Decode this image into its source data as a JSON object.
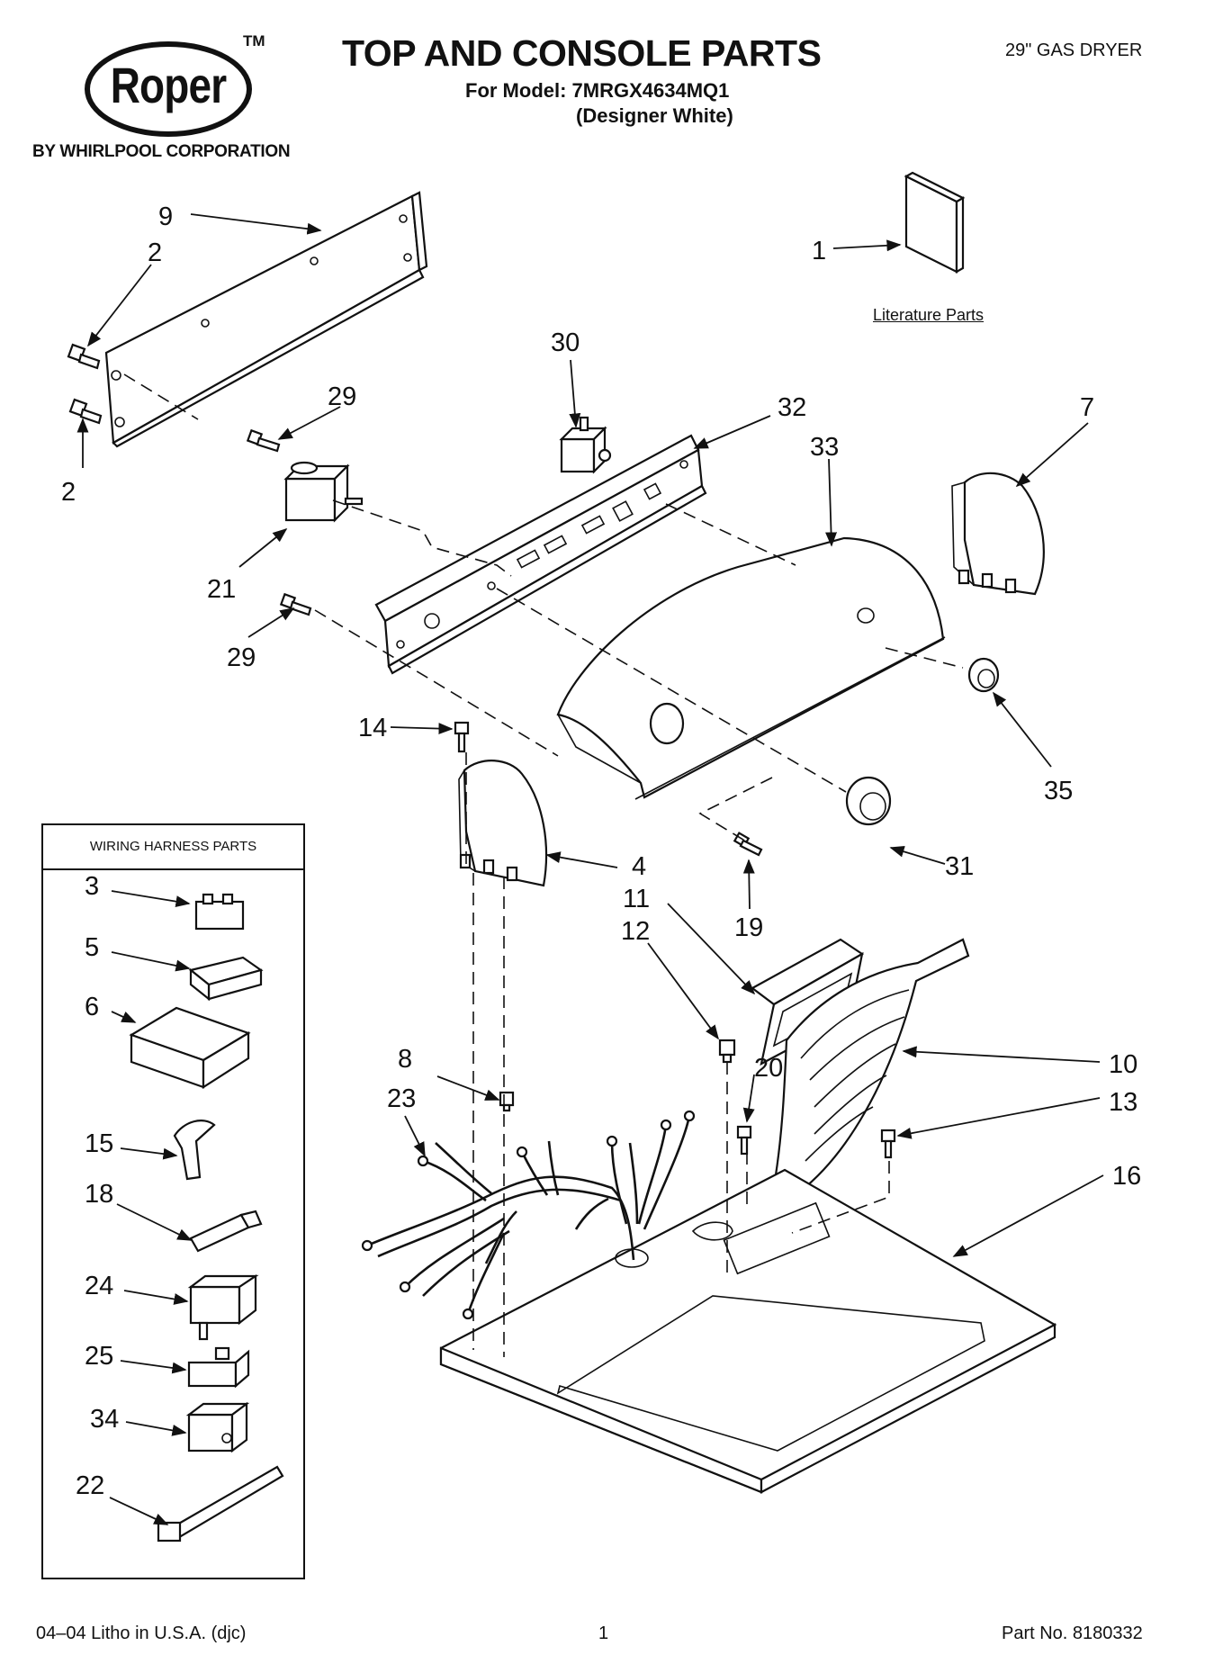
{
  "header": {
    "brand": "Roper",
    "trademark": "TM",
    "brand_sub": "BY WHIRLPOOL CORPORATION",
    "title": "TOP AND CONSOLE PARTS",
    "model": "For Model: 7MRGX4634MQ1",
    "variant": "(Designer White)",
    "product": "29\" GAS DRYER"
  },
  "literature_label": "Literature Parts",
  "wiring_harness_title": "WIRING HARNESS PARTS",
  "callouts": {
    "p1": "1",
    "p2a": "2",
    "p2b": "2",
    "p3": "3",
    "p4": "4",
    "p5": "5",
    "p6": "6",
    "p7": "7",
    "p8": "8",
    "p9": "9",
    "p10": "10",
    "p11": "11",
    "p12": "12",
    "p13": "13",
    "p14": "14",
    "p15": "15",
    "p16": "16",
    "p18": "18",
    "p19": "19",
    "p20": "20",
    "p21": "21",
    "p22": "22",
    "p23": "23",
    "p24": "24",
    "p25": "25",
    "p29a": "29",
    "p29b": "29",
    "p30": "30",
    "p31": "31",
    "p32": "32",
    "p33": "33",
    "p34": "34",
    "p35": "35"
  },
  "footer": {
    "left": "04–04 Litho in U.S.A. (djc)",
    "page": "1",
    "right": "Part No. 8180332"
  }
}
